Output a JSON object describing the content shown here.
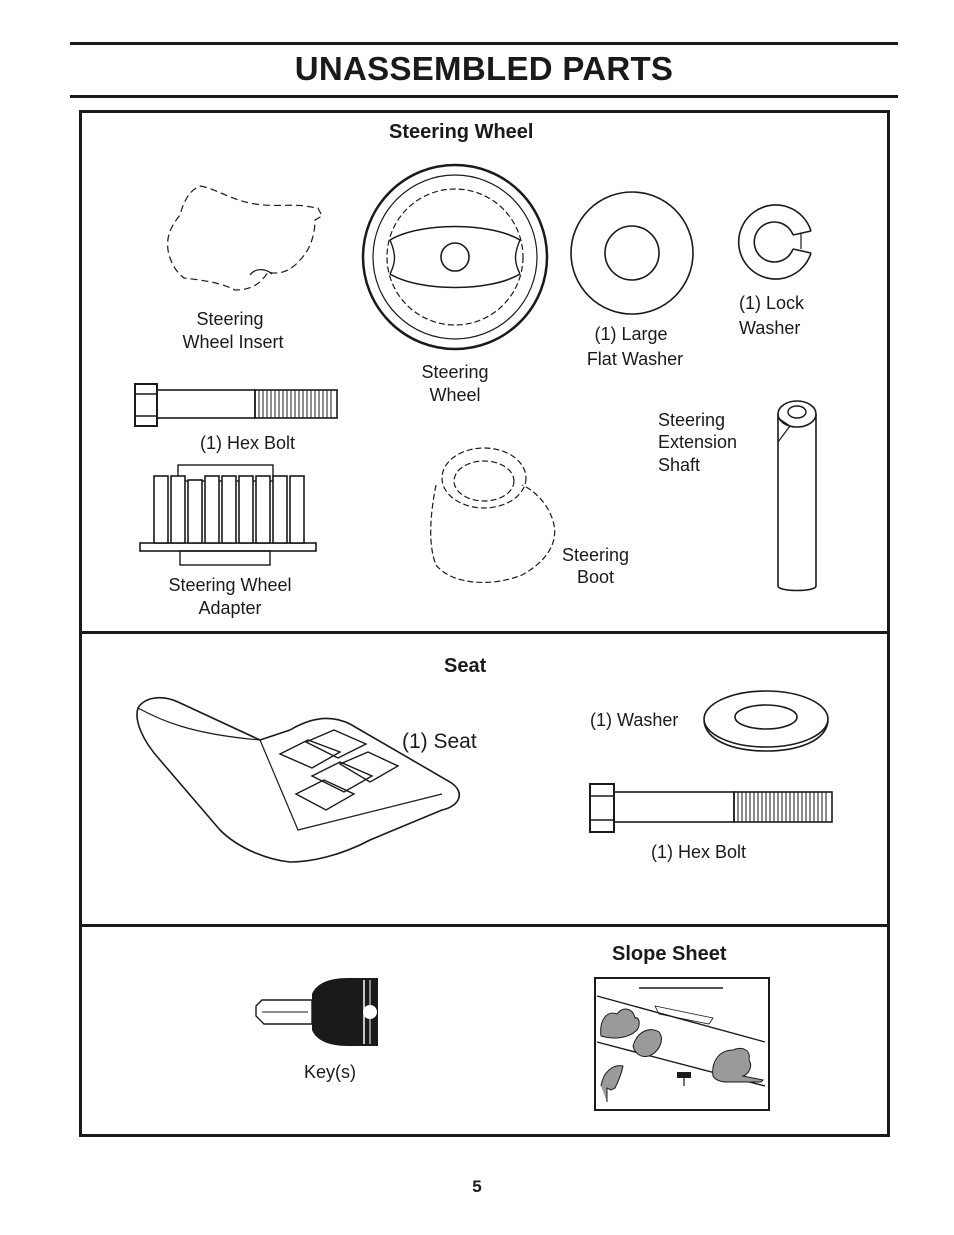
{
  "page": {
    "title": "UNASSEMBLED PARTS",
    "page_number": "5"
  },
  "steering_section": {
    "heading": "Steering Wheel",
    "insert_label_1": "Steering",
    "insert_label_2": "Wheel Insert",
    "wheel_label_1": "Steering",
    "wheel_label_2": "Wheel",
    "flat_washer_label_1": "(1) Large",
    "flat_washer_label_2": "Flat Washer",
    "lock_washer_label_1": "(1) Lock",
    "lock_washer_label_2": "Washer",
    "hex_bolt_label": "(1) Hex Bolt",
    "shaft_label_1": "Steering",
    "shaft_label_2": "Extension",
    "shaft_label_3": "Shaft",
    "adapter_label_1": "Steering Wheel",
    "adapter_label_2": "Adapter",
    "boot_label_1": "Steering",
    "boot_label_2": "Boot"
  },
  "seat_section": {
    "heading": "Seat",
    "seat_label": "(1) Seat",
    "washer_label": "(1) Washer",
    "hex_bolt_label": "(1) Hex Bolt"
  },
  "misc_section": {
    "key_label": "Key(s)",
    "slope_heading": "Slope Sheet"
  }
}
